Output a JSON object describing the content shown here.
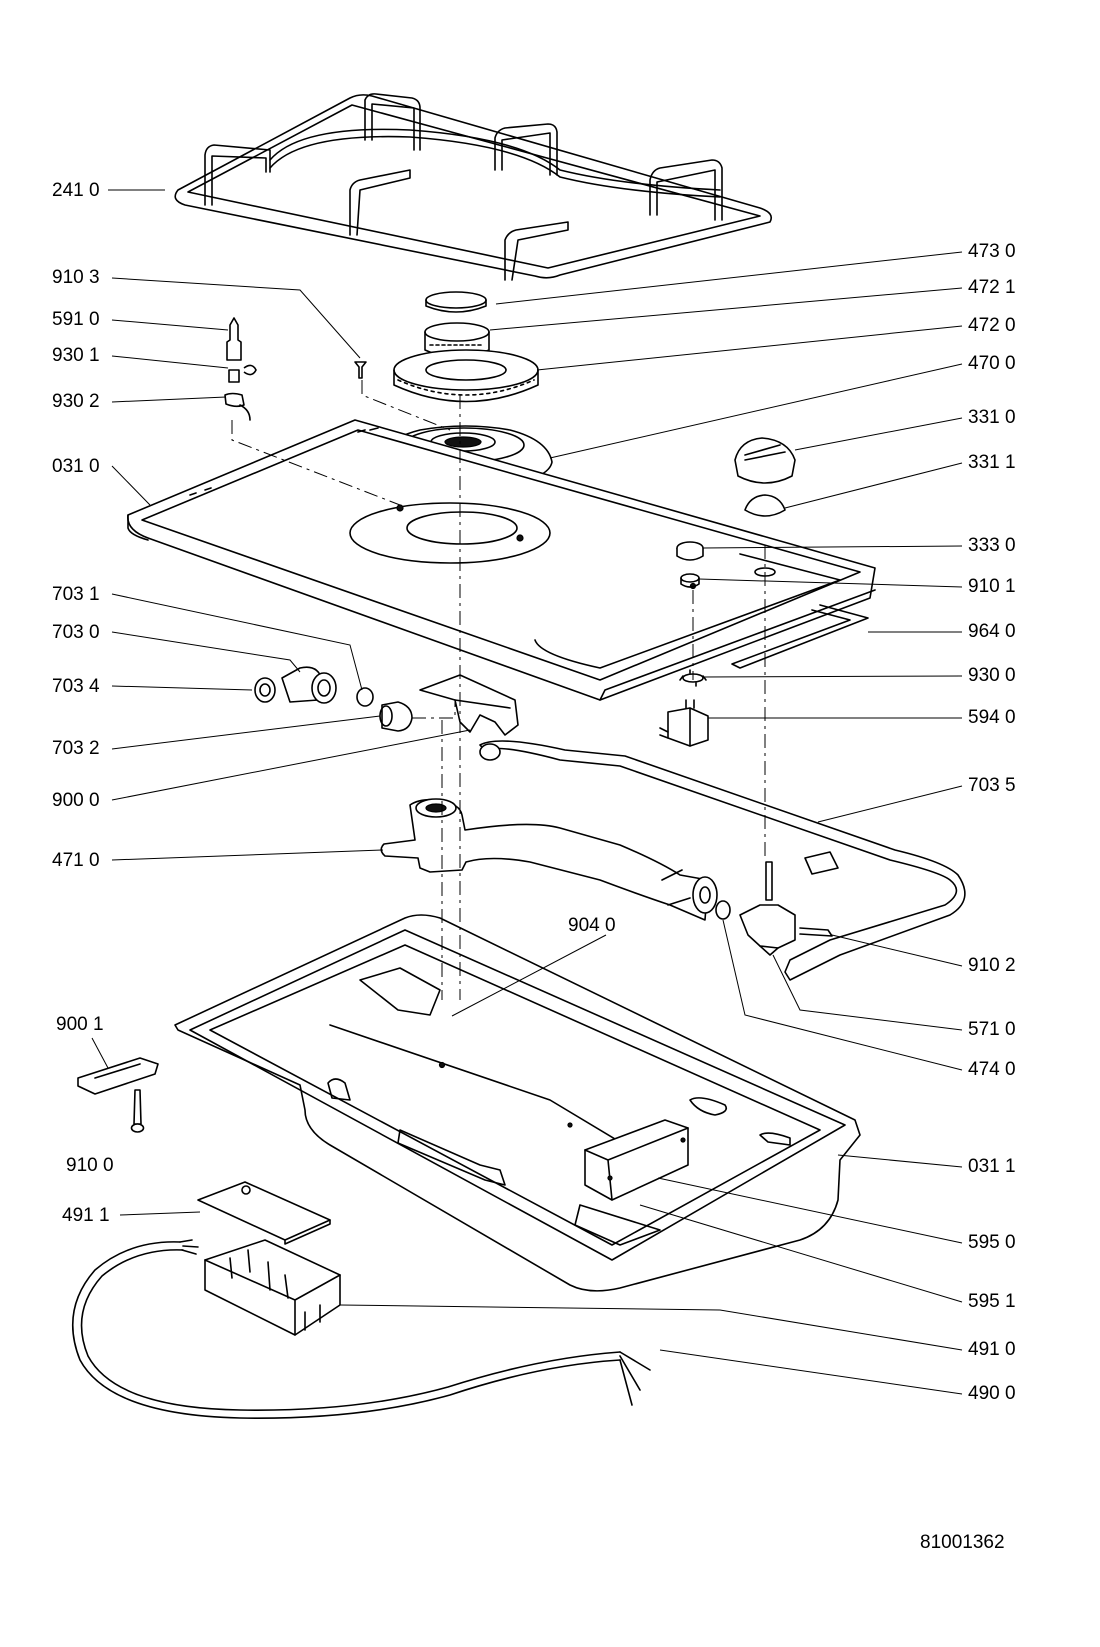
{
  "document_number": "81001362",
  "parts": [
    {
      "id": "p2410",
      "label": "241 0"
    },
    {
      "id": "p9103",
      "label": "910 3"
    },
    {
      "id": "p5910",
      "label": "591 0"
    },
    {
      "id": "p9301",
      "label": "930 1"
    },
    {
      "id": "p9302",
      "label": "930 2"
    },
    {
      "id": "p0310",
      "label": "031 0"
    },
    {
      "id": "p7031",
      "label": "703 1"
    },
    {
      "id": "p7030",
      "label": "703 0"
    },
    {
      "id": "p7034",
      "label": "703 4"
    },
    {
      "id": "p7032",
      "label": "703 2"
    },
    {
      "id": "p9000",
      "label": "900 0"
    },
    {
      "id": "p4710",
      "label": "471 0"
    },
    {
      "id": "p9001",
      "label": "900 1"
    },
    {
      "id": "p9100",
      "label": "910 0"
    },
    {
      "id": "p4911",
      "label": "491 1"
    },
    {
      "id": "p9040",
      "label": "904 0"
    },
    {
      "id": "p4730",
      "label": "473 0"
    },
    {
      "id": "p4721",
      "label": "472 1"
    },
    {
      "id": "p4720",
      "label": "472 0"
    },
    {
      "id": "p4700",
      "label": "470 0"
    },
    {
      "id": "p3310",
      "label": "331 0"
    },
    {
      "id": "p3311",
      "label": "331 1"
    },
    {
      "id": "p3330",
      "label": "333 0"
    },
    {
      "id": "p9101",
      "label": "910 1"
    },
    {
      "id": "p9640",
      "label": "964 0"
    },
    {
      "id": "p9300",
      "label": "930 0"
    },
    {
      "id": "p5940",
      "label": "594 0"
    },
    {
      "id": "p7035",
      "label": "703 5"
    },
    {
      "id": "p9102",
      "label": "910 2"
    },
    {
      "id": "p5710",
      "label": "571 0"
    },
    {
      "id": "p4740",
      "label": "474 0"
    },
    {
      "id": "p0311",
      "label": "031 1"
    },
    {
      "id": "p5950",
      "label": "595 0"
    },
    {
      "id": "p5951",
      "label": "595 1"
    },
    {
      "id": "p4910",
      "label": "491 0"
    },
    {
      "id": "p4900",
      "label": "490 0"
    }
  ]
}
